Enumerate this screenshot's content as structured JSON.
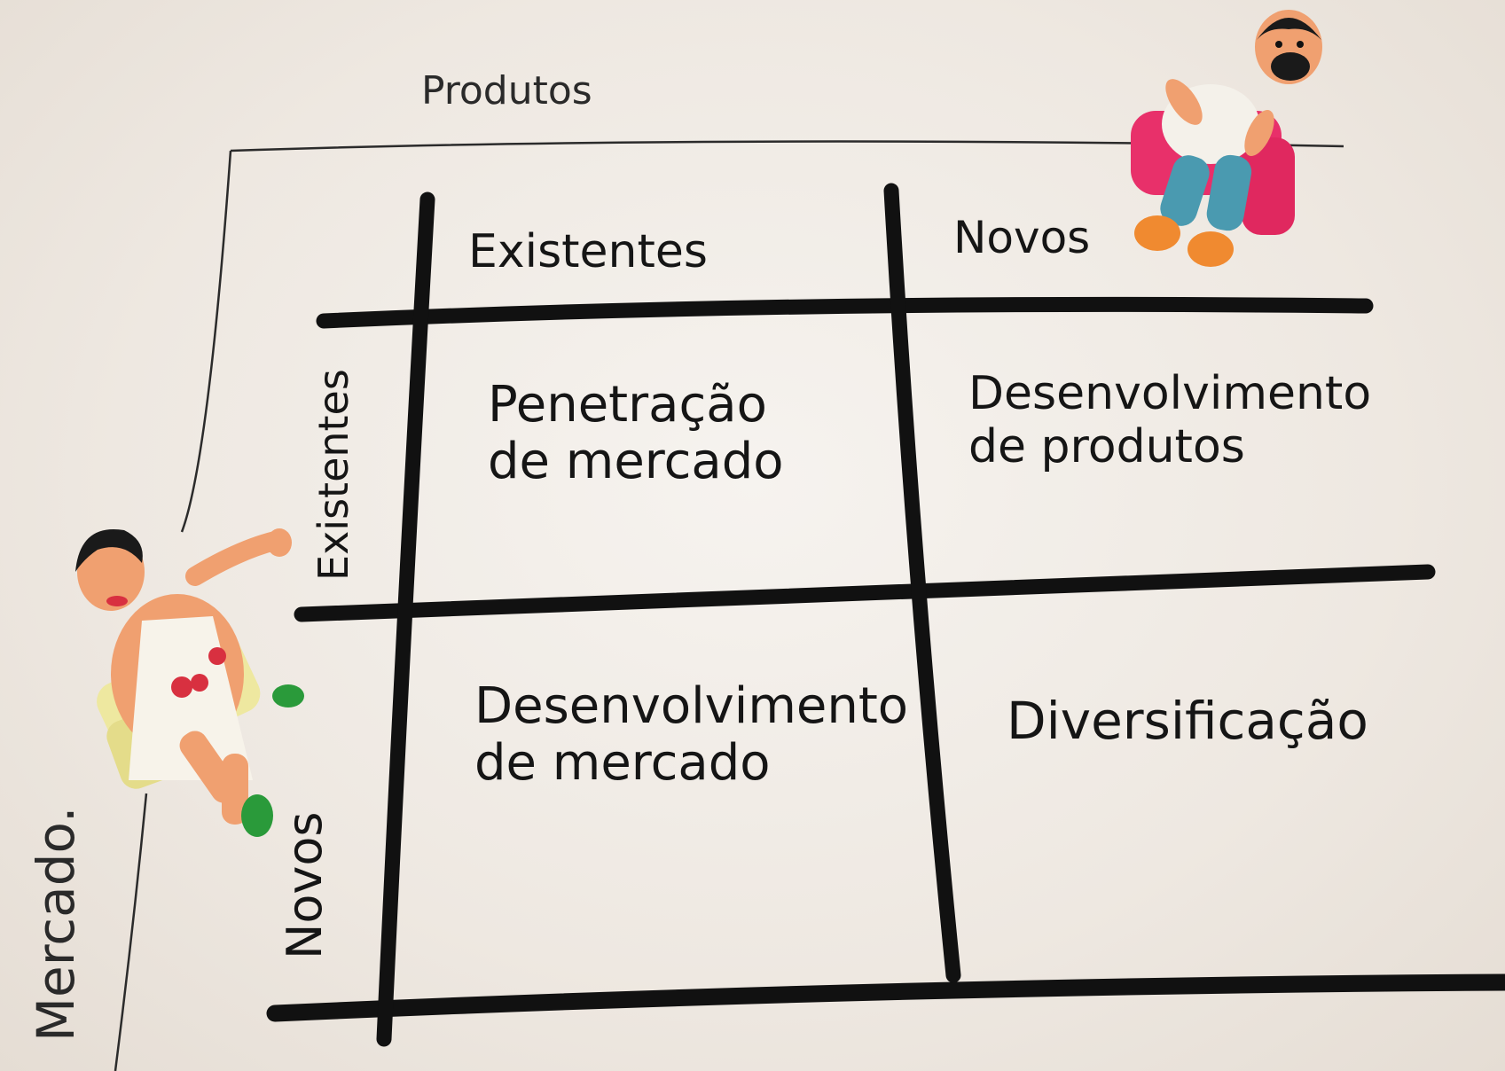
{
  "axes": {
    "top_label": "Produtos",
    "left_label": "Mercado.",
    "column_headers": [
      "Existentes",
      "Novos"
    ],
    "row_headers": [
      "Existentes",
      "Novos"
    ]
  },
  "cells": {
    "top_left": [
      "Penetração",
      "de mercado"
    ],
    "top_right": [
      "Desenvolvimento",
      "de produtos"
    ],
    "bottom_left": [
      "Desenvolvimento",
      "de mercado"
    ],
    "bottom_right": [
      "Diversificação"
    ]
  },
  "colors": {
    "paper": "#f3efea",
    "ink": "#151515",
    "figure_skin": "#f0a070",
    "figure_seat_pink": "#e8306a",
    "figure_seat_yellow": "#eee8a0",
    "figure_jeans": "#4a9ab0",
    "figure_shoe_green": "#2a9a3a"
  }
}
